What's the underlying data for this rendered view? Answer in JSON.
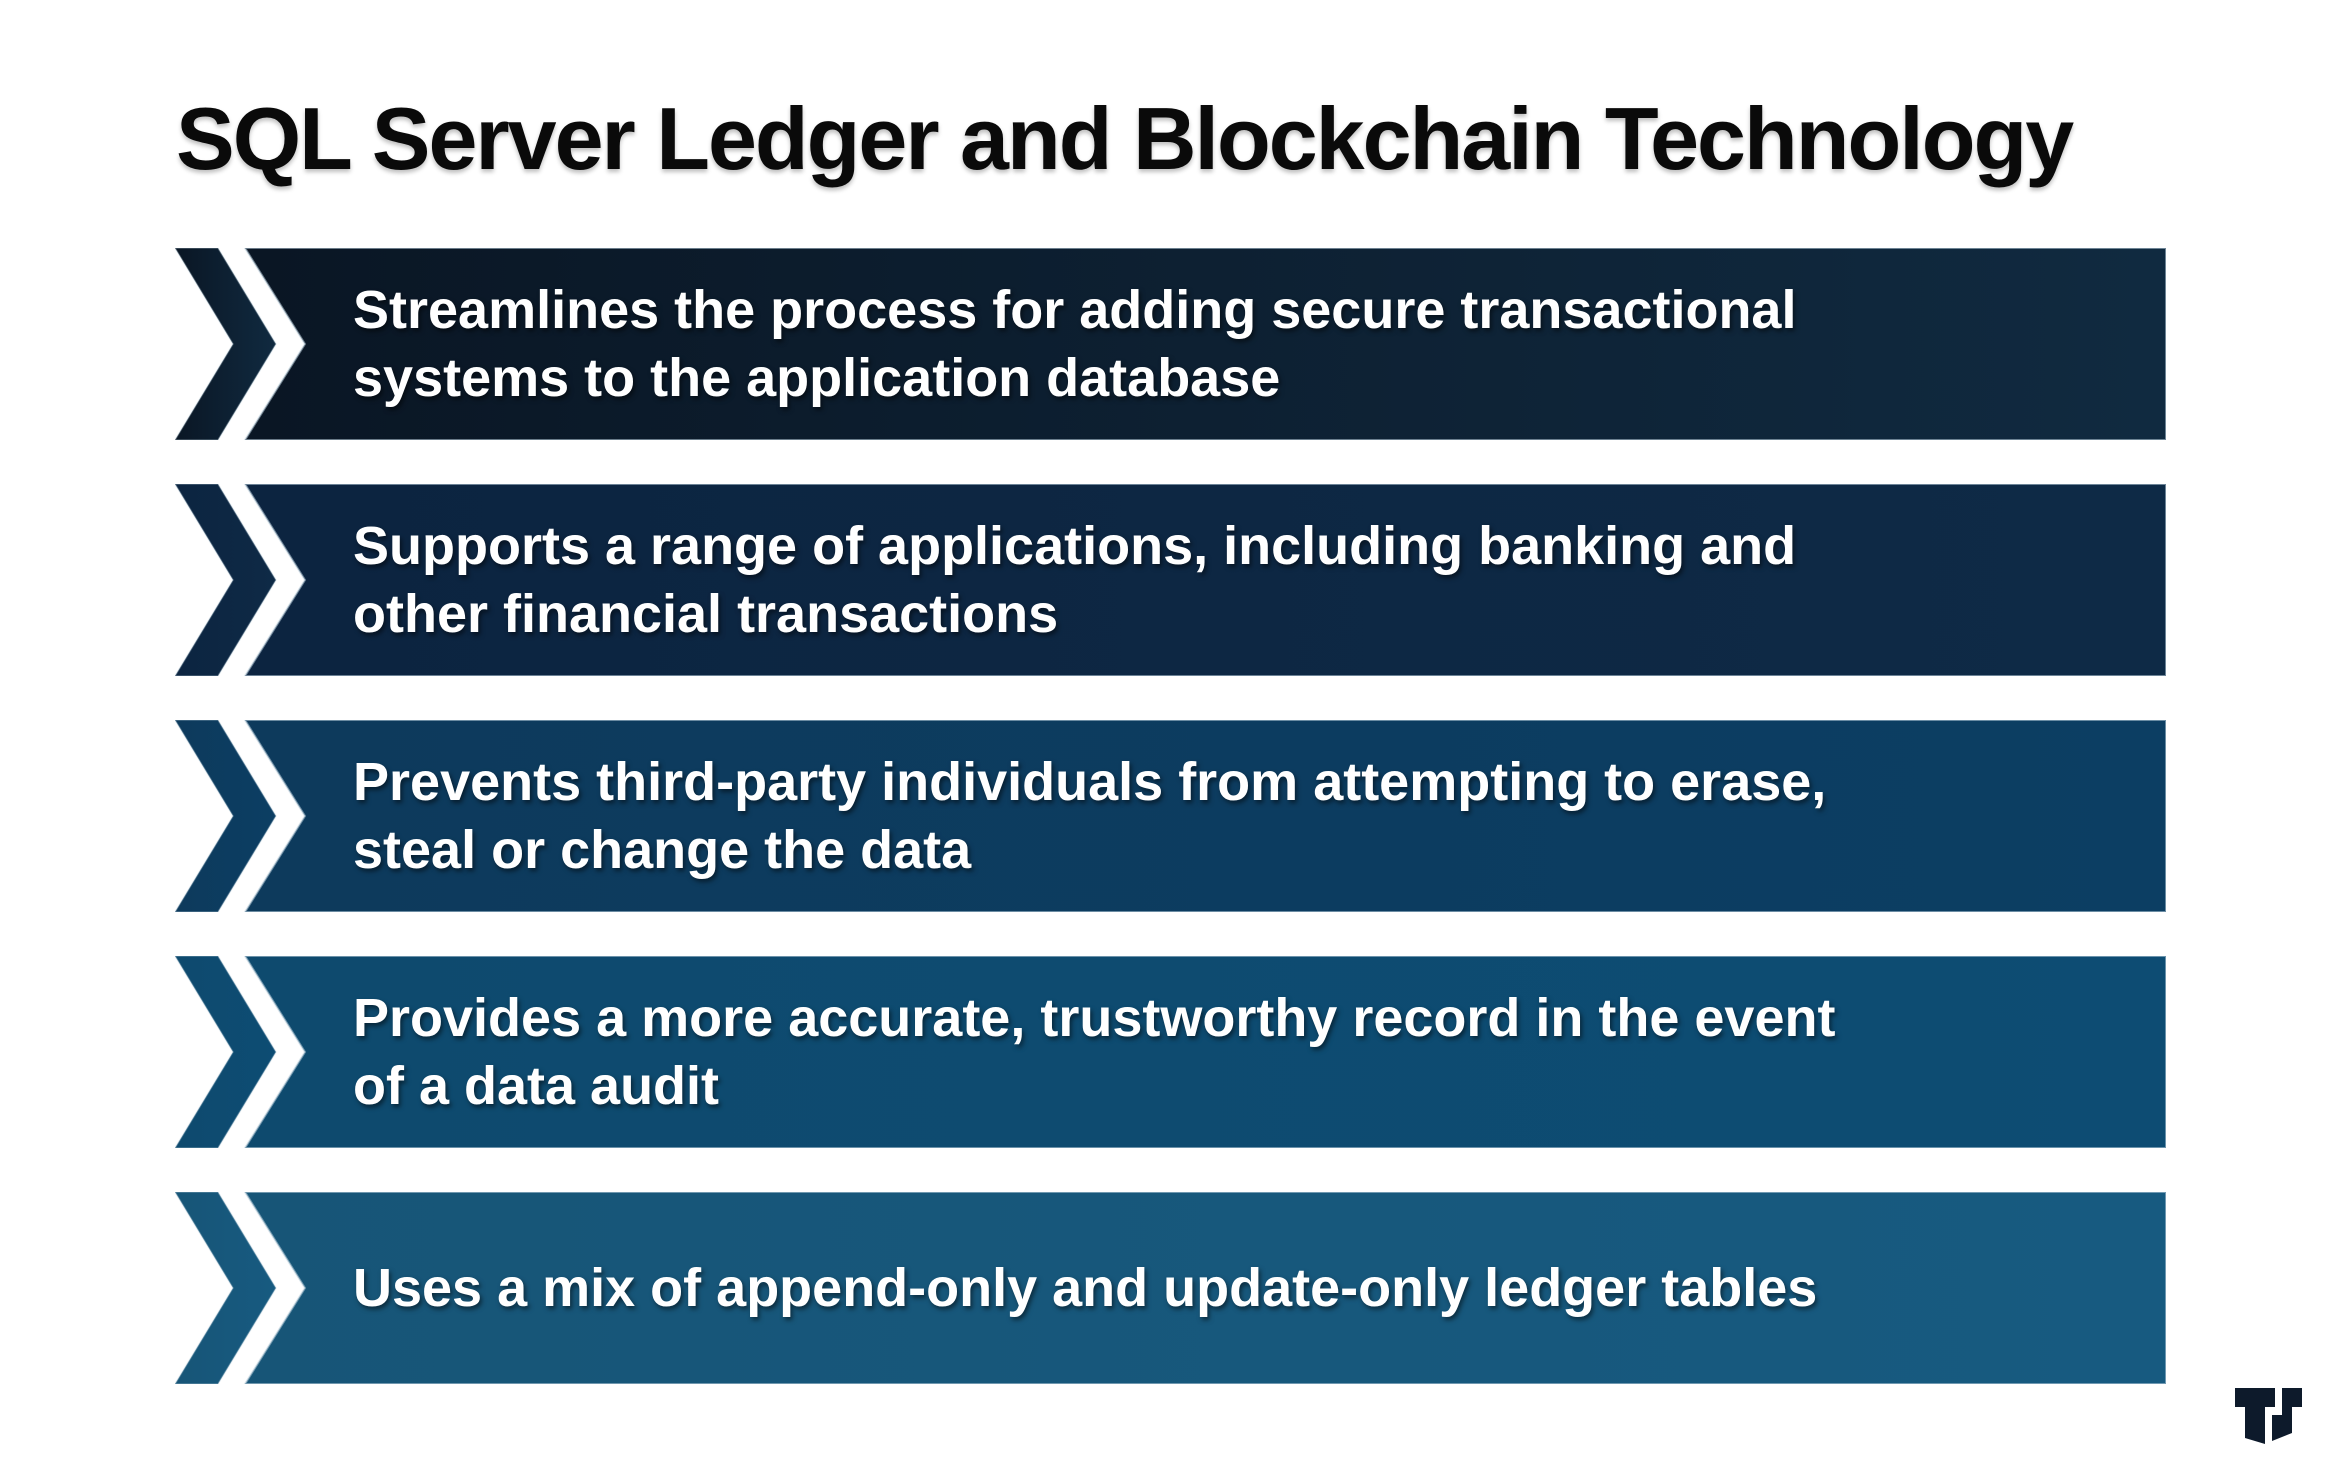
{
  "title": "SQL Server Ledger and Blockchain Technology",
  "colors": {
    "background": "#ffffff",
    "title_text": "#0a0a0a",
    "row_text": "#ffffff",
    "edge_highlight": "#b9cdd9"
  },
  "rows": [
    {
      "text": "Streamlines the process for adding secure transactional\nsystems to the application database",
      "color_left": "#0a1624",
      "color_right": "#102a40"
    },
    {
      "text": "Supports a range of applications, including banking and\nother financial transactions",
      "color_left": "#0c2440",
      "color_right": "#0e2a46"
    },
    {
      "text": "Prevents third-party individuals from attempting to erase,\nsteal or change the data",
      "color_left": "#0d3a5c",
      "color_right": "#0c3e63"
    },
    {
      "text": "Provides a more accurate, trustworthy record in the event\nof a data audit",
      "color_left": "#0e4a6e",
      "color_right": "#0d4c73"
    },
    {
      "text": "Uses a mix of append-only and update-only ledger tables",
      "color_left": "#175577",
      "color_right": "#175a80"
    }
  ],
  "logo": {
    "name": "TechTarget logomark",
    "color": "#0d1a2b"
  }
}
